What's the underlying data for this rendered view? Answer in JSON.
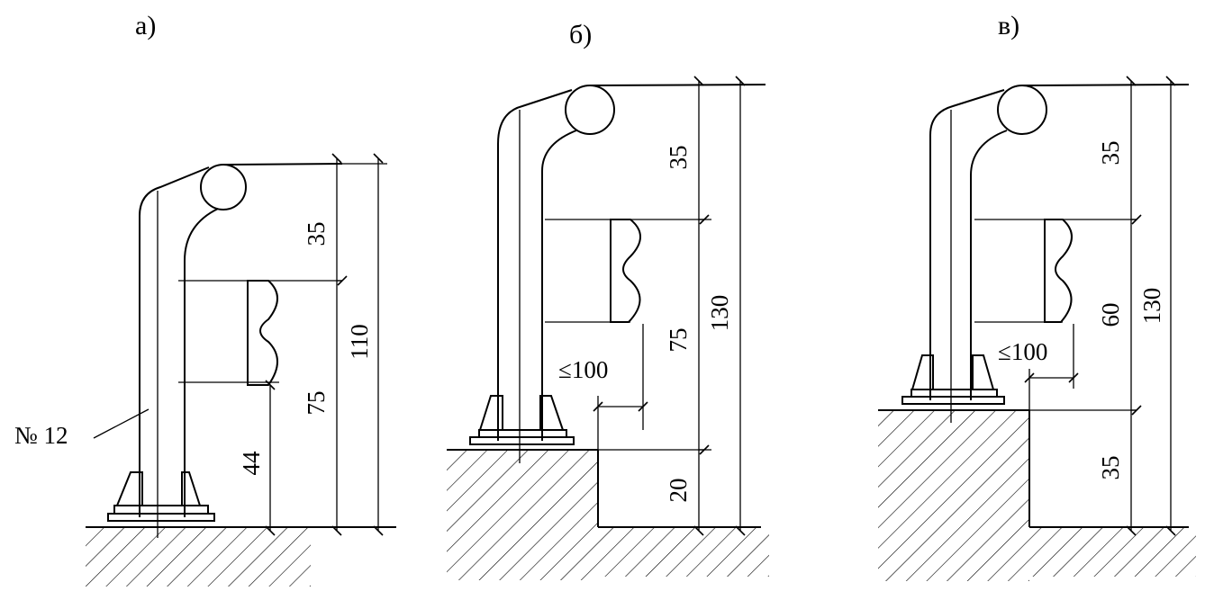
{
  "panels": [
    {
      "label": "а)",
      "post_number": "№ 12",
      "dims": {
        "top": "35",
        "rail_height": "75",
        "total": "110",
        "lower": "44"
      }
    },
    {
      "label": "б)",
      "dims": {
        "top": "35",
        "rail_height": "75",
        "total": "130",
        "offset": "≤100",
        "curb": "20"
      }
    },
    {
      "label": "в)",
      "dims": {
        "top": "35",
        "rail_height": "60",
        "total": "130",
        "offset": "≤100",
        "curb": "35"
      }
    }
  ]
}
